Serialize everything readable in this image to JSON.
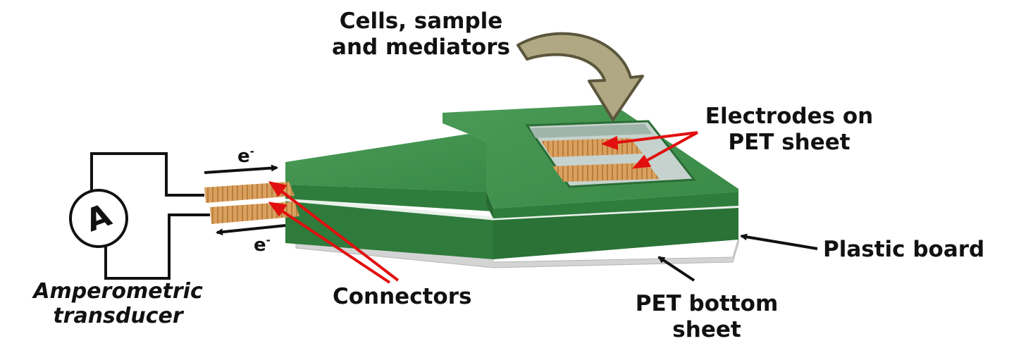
{
  "labels": {
    "cells": [
      "Cells, sample",
      "and mediators"
    ],
    "electrodes": [
      "Electrodes on",
      "PET sheet"
    ],
    "plastic_board": "Plastic board",
    "pet_bottom": [
      "PET bottom",
      "sheet"
    ],
    "connectors": "Connectors",
    "transducer": [
      "Amperometric",
      "transducer"
    ],
    "electron_top": {
      "base": "e",
      "sup": "-"
    },
    "electron_bottom": {
      "base": "e",
      "sup": "-"
    },
    "ammeter_symbol": "A"
  },
  "colors": {
    "board_top": "#3f8f4c",
    "board_side": "#2f7a3d",
    "board_dark": "#25662f",
    "copper": "#d9a05e",
    "copper_stripe": "#b97d3c",
    "red_arrow": "#e10f0f",
    "black_arrow": "#111111",
    "curved_arrow": "#b0a882",
    "curved_arrow_edge": "#5b563c",
    "well_glass": "#c6d2cd"
  }
}
